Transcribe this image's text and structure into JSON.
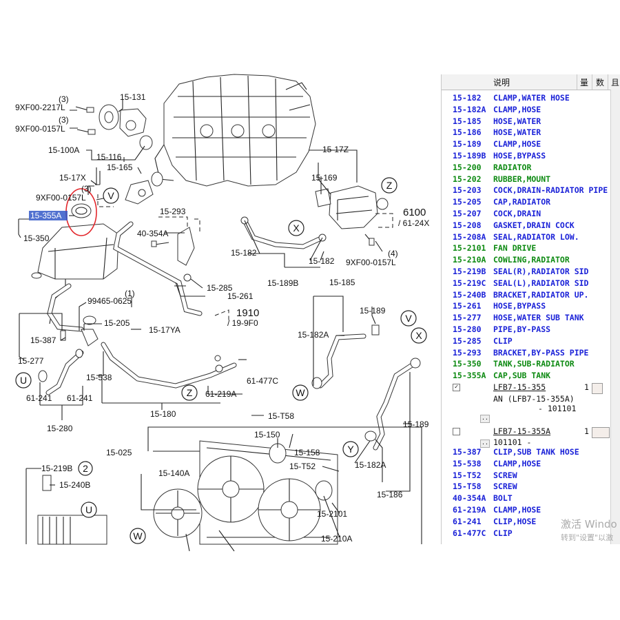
{
  "diagram": {
    "labels": [
      "15-131",
      "(3)",
      "9XF00-2217L",
      "9XF00-0157L",
      "(3)",
      "15-100A",
      "15-116",
      "15-165",
      "15-17X",
      "9XF00-0157L",
      "(3)",
      "15-355A",
      "15-350",
      "15-293",
      "40-354A",
      "15-17Z",
      "15-169",
      "6100",
      "/ 61-24X",
      "(4)",
      "9XF00-0157L",
      "15-182",
      "15-182",
      "15-189B",
      "15-285",
      "15-261",
      "1910",
      "/ 19-9F0",
      "(1)",
      "99465-0625",
      "15-205",
      "15-17YA",
      "15-387",
      "15-277",
      "15-185",
      "15-189",
      "15-182A",
      "15-538",
      "61-477C",
      "61-219A",
      "15-180",
      "61-241",
      "61-241",
      "15-280",
      "15-T58",
      "15-150",
      "15-158",
      "15-025",
      "15-T52",
      "15-182A",
      "15-189",
      "15-186",
      "15-219B",
      "15-240B",
      "15-140A",
      "15-2101",
      "15-210A"
    ],
    "callouts": [
      "Z",
      "V",
      "X",
      "V",
      "X",
      "U",
      "W",
      "Z",
      "Y",
      "2",
      "U",
      "W"
    ]
  },
  "panel": {
    "columns": [
      "说明",
      "量",
      "数",
      "且"
    ],
    "rows": [
      {
        "code": "15-182",
        "desc": "CLAMP,WATER HOSE",
        "color": "blue"
      },
      {
        "code": "15-182A",
        "desc": "CLAMP,HOSE",
        "color": "blue"
      },
      {
        "code": "15-185",
        "desc": "HOSE,WATER",
        "color": "blue"
      },
      {
        "code": "15-186",
        "desc": "HOSE,WATER",
        "color": "blue"
      },
      {
        "code": "15-189",
        "desc": "CLAMP,HOSE",
        "color": "blue"
      },
      {
        "code": "15-189B",
        "desc": "HOSE,BYPASS",
        "color": "blue"
      },
      {
        "code": "15-200",
        "desc": "RADIATOR",
        "color": "green"
      },
      {
        "code": "15-202",
        "desc": "RUBBER,MOUNT",
        "color": "green"
      },
      {
        "code": "15-203",
        "desc": "COCK,DRAIN-RADIATOR PIPE",
        "color": "blue"
      },
      {
        "code": "15-205",
        "desc": "CAP,RADIATOR",
        "color": "blue"
      },
      {
        "code": "15-207",
        "desc": "COCK,DRAIN",
        "color": "blue"
      },
      {
        "code": "15-208",
        "desc": "GASKET,DRAIN COCK",
        "color": "blue"
      },
      {
        "code": "15-208A",
        "desc": "SEAL,RADIATOR LOW.",
        "color": "blue"
      },
      {
        "code": "15-2101",
        "desc": "FAN DRIVE",
        "color": "green"
      },
      {
        "code": "15-210A",
        "desc": "COWLING,RADIATOR",
        "color": "green"
      },
      {
        "code": "15-219B",
        "desc": "SEAL(R),RADIATOR SID",
        "color": "blue"
      },
      {
        "code": "15-219C",
        "desc": "SEAL(L),RADIATOR SID",
        "color": "blue"
      },
      {
        "code": "15-240B",
        "desc": "BRACKET,RADIATOR UP.",
        "color": "blue"
      },
      {
        "code": "15-261",
        "desc": "HOSE,BYPASS",
        "color": "blue"
      },
      {
        "code": "15-277",
        "desc": "HOSE,WATER SUB TANK",
        "color": "blue"
      },
      {
        "code": "15-280",
        "desc": "PIPE,BY-PASS",
        "color": "blue"
      },
      {
        "code": "15-285",
        "desc": "CLIP",
        "color": "blue"
      },
      {
        "code": "15-293",
        "desc": "BRACKET,BY-PASS PIPE",
        "color": "blue"
      },
      {
        "code": "15-350",
        "desc": "TANK,SUB-RADIATOR",
        "color": "green"
      },
      {
        "code": "15-355A",
        "desc": "CAP,SUB TANK",
        "color": "green"
      }
    ],
    "detail1": {
      "partno": "LFB7-15-355",
      "qty": "1",
      "line2": "AN (LFB7-15-355A)",
      "line3": "- 101101"
    },
    "detail2": {
      "partno": "LFB7-15-355A",
      "qty": "1",
      "line2": "101101  -"
    },
    "rows2": [
      {
        "code": "15-387",
        "desc": "CLIP,SUB TANK HOSE",
        "color": "blue"
      },
      {
        "code": "15-538",
        "desc": "CLAMP,HOSE",
        "color": "blue"
      },
      {
        "code": "15-T52",
        "desc": "SCREW",
        "color": "blue"
      },
      {
        "code": "15-T58",
        "desc": "SCREW",
        "color": "blue"
      },
      {
        "code": "40-354A",
        "desc": "BOLT",
        "color": "blue"
      },
      {
        "code": "61-219A",
        "desc": "CLAMP,HOSE",
        "color": "blue"
      },
      {
        "code": "61-241",
        "desc": "CLIP,HOSE",
        "color": "blue"
      },
      {
        "code": "61-477C",
        "desc": "CLIP",
        "color": "blue"
      }
    ]
  },
  "watermark": {
    "line1": "激活 Windo",
    "line2": "转到\"设置\"以激"
  }
}
